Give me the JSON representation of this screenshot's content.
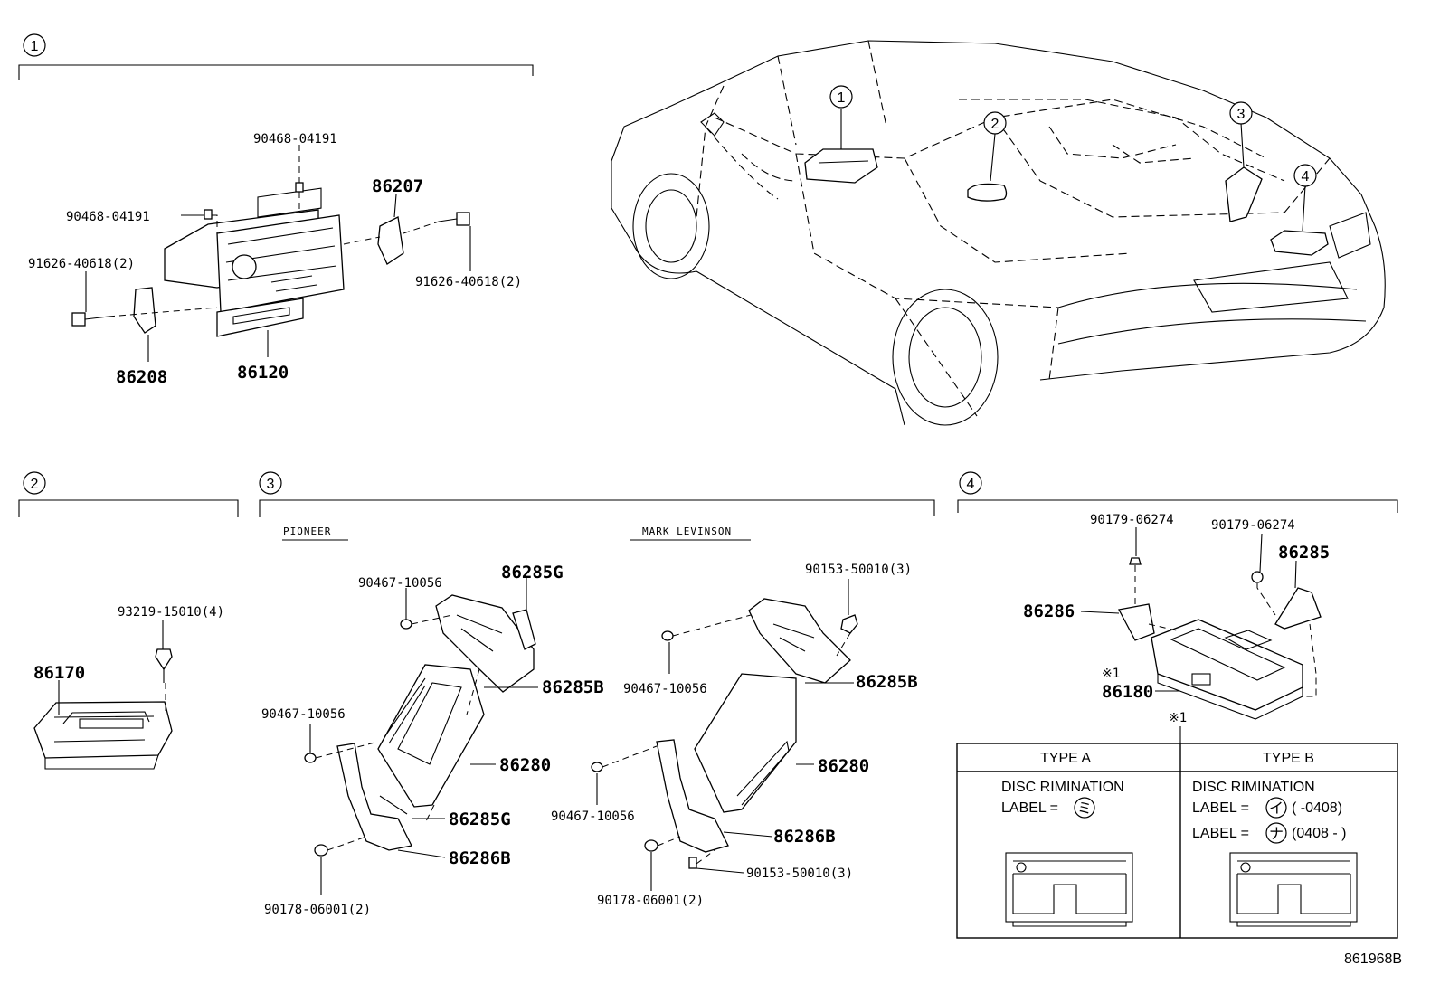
{
  "sections": {
    "s1": "1",
    "s2": "2",
    "s3": "3",
    "s4": "4"
  },
  "car_callouts": [
    "1",
    "2",
    "3",
    "4"
  ],
  "section1": {
    "p90468_top": "90468-04191",
    "p90468_left": "90468-04191",
    "p86207": "86207",
    "p91626_left": "91626-40618(2)",
    "p91626_right": "91626-40618(2)",
    "p86208": "86208",
    "p86120": "86120"
  },
  "section2": {
    "p93219": "93219-15010(4)",
    "p86170": "86170"
  },
  "section3": {
    "pioneer": "PIONEER",
    "mark_levinson": "MARK LEVINSON",
    "left": {
      "p90467_top": "90467-10056",
      "p86285G_top": "86285G",
      "p86285B": "86285B",
      "p90467_mid": "90467-10056",
      "p86280": "86280",
      "p86285G_bot": "86285G",
      "p86286B": "86286B",
      "p90178": "90178-06001(2)"
    },
    "right": {
      "p90153_top": "90153-50010(3)",
      "p90467_top": "90467-10056",
      "p86285B": "86285B",
      "p86280": "86280",
      "p90467_mid": "90467-10056",
      "p86286B": "86286B",
      "p90153_bot": "90153-50010(3)",
      "p90178": "90178-06001(2)"
    }
  },
  "section4": {
    "p90179_a": "90179-06274",
    "p90179_b": "90179-06274",
    "p86285": "86285",
    "p86286": "86286",
    "note_mark": "※1",
    "p86180": "86180",
    "table_note": "※1",
    "table": {
      "type_a": "TYPE A",
      "type_b": "TYPE B",
      "a_line1": "DISC RIMINATION",
      "a_line2": "LABEL = ",
      "a_symbol": "ミ",
      "b_line1": "DISC RIMINATION",
      "b_line2": "LABEL = ",
      "b_symbol1": "イ",
      "b_range1": "(        -0408)",
      "b_line3": "LABEL = ",
      "b_symbol2": "ナ",
      "b_range2": "(0408 -        )"
    }
  },
  "figure_code": "861968B"
}
